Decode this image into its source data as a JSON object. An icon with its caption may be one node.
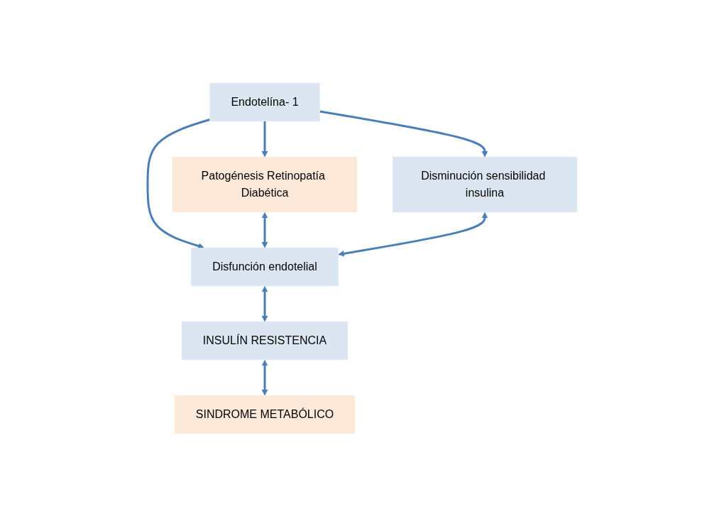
{
  "diagram": {
    "nodes": [
      {
        "text": [
          "Endotelína- 1"
        ]
      },
      {
        "text": [
          "Disminución sensibilidad insulina"
        ]
      },
      {
        "text": [
          "Patogénesis Retinopatía Diabética"
        ]
      },
      {
        "text": [
          "Disfunción endotelial"
        ]
      },
      {
        "text": [
          "INSULÍN RESISTENCIA"
        ]
      },
      {
        "text": [
          "SINDROME METABÓLICO"
        ]
      }
    ],
    "edges": [
      {
        "from": 0,
        "to": 1,
        "arrow": "to"
      },
      {
        "from": 0,
        "to": 2,
        "arrow": "to"
      },
      {
        "from": 0,
        "to": 3,
        "arrow": "to"
      },
      {
        "from": 2,
        "to": 3,
        "arrow": "both"
      },
      {
        "from": 1,
        "to": 3,
        "arrow": "both"
      },
      {
        "from": 3,
        "to": 4,
        "arrow": "both"
      },
      {
        "from": 4,
        "to": 5,
        "arrow": "both"
      }
    ]
  }
}
